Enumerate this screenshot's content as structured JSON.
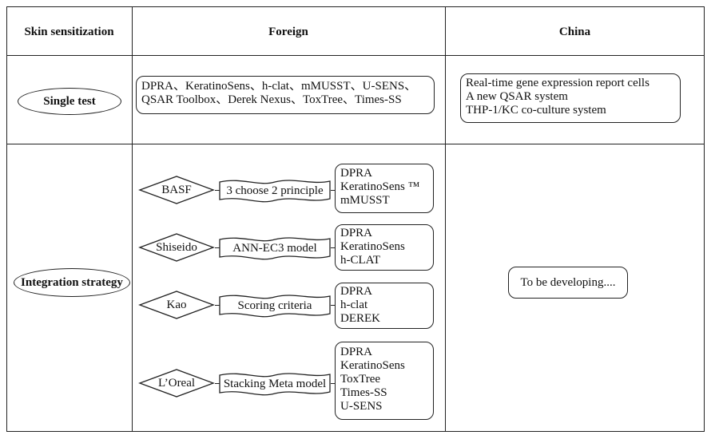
{
  "header": {
    "col1": "Skin sensitization",
    "col2": "Foreign",
    "col3": "China"
  },
  "single_test": {
    "label": "Single test",
    "foreign_lines": [
      "DPRA、KeratinoSens、h-clat、mMUSST、U-SENS、",
      "QSAR Toolbox、Derek Nexus、ToxTree、Times-SS"
    ],
    "china_lines": [
      "Real-time gene expression report cells",
      "A new QSAR system",
      "THP-1/KC co-culture system"
    ]
  },
  "integration": {
    "label": "Integration strategy",
    "china_text": "To be developing....",
    "strategies": [
      {
        "company": "BASF",
        "method": "3 choose 2 principle",
        "tests": [
          "DPRA",
          "KeratinoSens ™",
          "mMUSST"
        ]
      },
      {
        "company": "Shiseido",
        "method": "ANN-EC3 model",
        "tests": [
          "DPRA",
          "KeratinoSens",
          "h-CLAT"
        ]
      },
      {
        "company": "Kao",
        "method": "Scoring criteria",
        "tests": [
          "DPRA",
          "h-clat",
          "DEREK"
        ]
      },
      {
        "company": "L’Oreal",
        "method": "Stacking Meta model",
        "tests": [
          "DPRA",
          "KeratinoSens",
          "ToxTree",
          "Times-SS",
          "U-SENS"
        ]
      }
    ]
  }
}
